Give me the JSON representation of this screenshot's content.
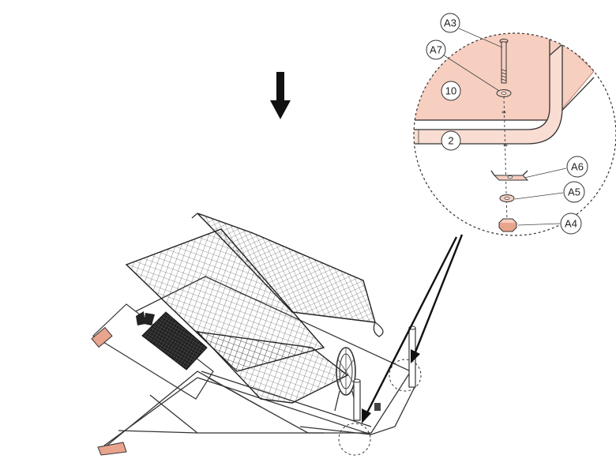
{
  "diagram": {
    "callouts": [
      {
        "id": "a3",
        "text": "A3"
      },
      {
        "id": "a7",
        "text": "A7"
      },
      {
        "id": "p10",
        "text": "10"
      },
      {
        "id": "p2",
        "text": "2"
      },
      {
        "id": "a6",
        "text": "A6"
      },
      {
        "id": "a5",
        "text": "A5"
      },
      {
        "id": "a4",
        "text": "A4"
      }
    ],
    "colors": {
      "panel": "#f6cfc0",
      "panel_edge": "#c98f7e",
      "line": "#333333",
      "highlight": "#e9a48d"
    }
  }
}
